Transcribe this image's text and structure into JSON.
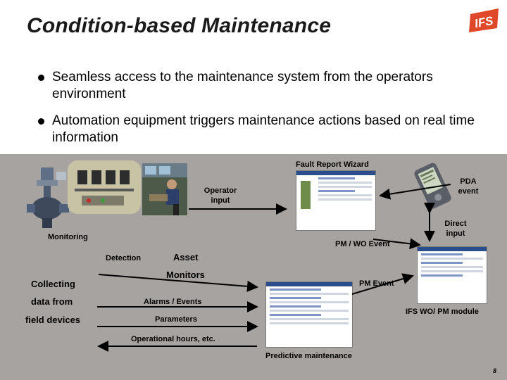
{
  "title": "Condition-based Maintenance",
  "bullets": [
    "Seamless access to the maintenance system from the operators environment",
    "Automation equipment triggers maintenance actions based on real time information"
  ],
  "diagram": {
    "fault_report_wizard": "Fault Report Wizard",
    "pda_event": "PDA event",
    "operator_input": "Operator input",
    "monitoring": "Monitoring",
    "direct_input": "Direct input",
    "pm_wo_event": "PM / WO Event",
    "detection": "Detection",
    "asset": "Asset",
    "monitors": "Monitors",
    "collecting": "Collecting",
    "data_from": "data from",
    "field_devices": "field devices",
    "pm_event": "PM Event",
    "alarms_events": "Alarms / Events",
    "ifs_module": "IFS WO/ PM module",
    "parameters": "Parameters",
    "operational_hours": "Operational hours, etc.",
    "predictive_maintenance": "Predictive maintenance"
  },
  "logo_text": "IFS",
  "page_number": "8",
  "colors": {
    "panel": "#a7a3a0",
    "logo": "#e0482a",
    "arrow": "#000000"
  }
}
